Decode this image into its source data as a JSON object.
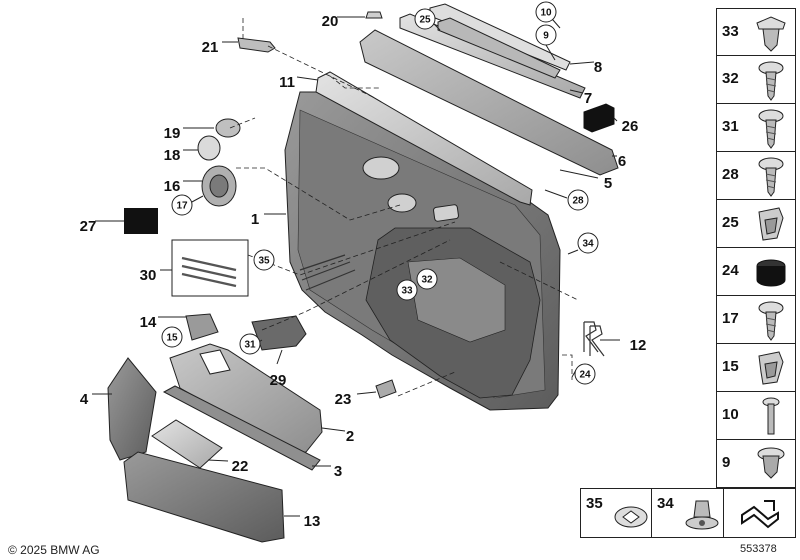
{
  "callouts": [
    {
      "id": "20",
      "text": "20"
    },
    {
      "id": "21",
      "text": "21"
    },
    {
      "id": "11",
      "text": "11"
    },
    {
      "id": "19",
      "text": "19"
    },
    {
      "id": "18",
      "text": "18"
    },
    {
      "id": "16",
      "text": "16"
    },
    {
      "id": "17",
      "text": "17"
    },
    {
      "id": "27",
      "text": "27"
    },
    {
      "id": "1",
      "text": "1"
    },
    {
      "id": "30",
      "text": "30"
    },
    {
      "id": "35",
      "text": "35"
    },
    {
      "id": "14",
      "text": "14"
    },
    {
      "id": "15",
      "text": "15"
    },
    {
      "id": "31",
      "text": "31"
    },
    {
      "id": "29",
      "text": "29"
    },
    {
      "id": "4",
      "text": "4"
    },
    {
      "id": "22",
      "text": "22"
    },
    {
      "id": "2",
      "text": "2"
    },
    {
      "id": "3",
      "text": "3"
    },
    {
      "id": "13",
      "text": "13"
    },
    {
      "id": "23",
      "text": "23"
    },
    {
      "id": "33",
      "text": "33"
    },
    {
      "id": "32",
      "text": "32"
    },
    {
      "id": "34",
      "text": "34"
    },
    {
      "id": "12",
      "text": "12"
    },
    {
      "id": "24",
      "text": "24"
    },
    {
      "id": "28",
      "text": "28"
    },
    {
      "id": "5",
      "text": "5"
    },
    {
      "id": "6",
      "text": "6"
    },
    {
      "id": "26",
      "text": "26"
    },
    {
      "id": "7",
      "text": "7"
    },
    {
      "id": "8",
      "text": "8"
    },
    {
      "id": "9",
      "text": "9"
    },
    {
      "id": "10",
      "text": "10"
    },
    {
      "id": "25",
      "text": "25"
    }
  ],
  "side_panel": [
    {
      "num": "33",
      "icon": "expanding-nut-icon"
    },
    {
      "num": "32",
      "icon": "screw-icon"
    },
    {
      "num": "31",
      "icon": "screw-icon"
    },
    {
      "num": "28",
      "icon": "screw-icon"
    },
    {
      "num": "25",
      "icon": "clip-icon"
    },
    {
      "num": "24",
      "icon": "rubber-grommet-icon"
    },
    {
      "num": "17",
      "icon": "screw-icon"
    },
    {
      "num": "15",
      "icon": "clip-icon"
    },
    {
      "num": "10",
      "icon": "bolt-icon"
    },
    {
      "num": "9",
      "icon": "plug-rivet-icon"
    }
  ],
  "bottom_panel": [
    {
      "num": "35",
      "icon": "speed-nut-icon"
    },
    {
      "num": "34",
      "icon": "push-rivet-icon"
    },
    {
      "num": "",
      "icon": "part-shape-icon"
    }
  ],
  "footer": {
    "copyright": "© 2025 BMW AG",
    "diagram_id": "553378"
  }
}
